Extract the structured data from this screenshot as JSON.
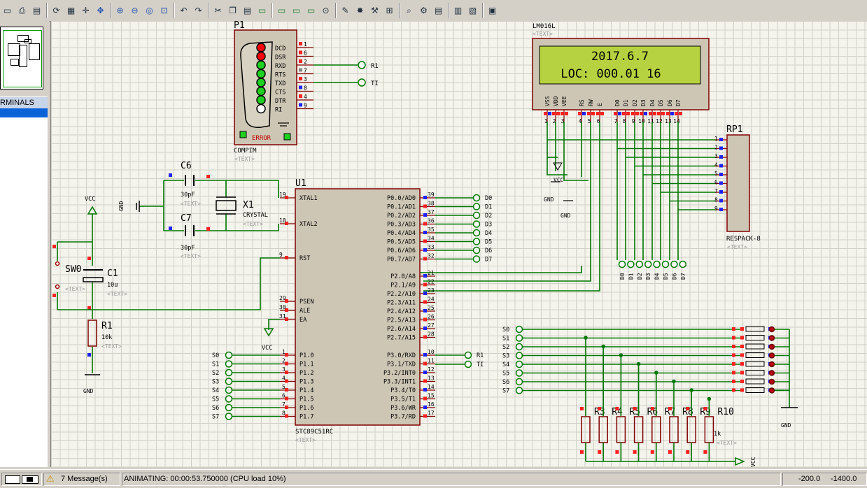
{
  "toolbar": {
    "buttons": [
      "refresh-icon",
      "grid-icon",
      "origin-icon",
      "pan-icon",
      "zoom-in-icon",
      "zoom-out-icon",
      "zoom-all-icon",
      "zoom-area-icon",
      "undo-icon",
      "redo-icon",
      "cut-icon",
      "copy-icon",
      "paste-icon",
      "block-copy-icon",
      "block-move-icon",
      "block-rotate-icon",
      "block-delete-icon",
      "pick-icon",
      "make-device-icon",
      "packaging-icon",
      "decompose-icon",
      "wire-autorouter-icon",
      "search-icon",
      "property-tool-icon",
      "netlist-icon",
      "bom-icon",
      "drc-icon",
      "ares-icon"
    ]
  },
  "sidebar": {
    "terminals_label": "RMINALS"
  },
  "schematic": {
    "p1": {
      "ref": "P1",
      "name": "COMPIM",
      "text": "<TEXT>",
      "error": "ERROR",
      "pins": [
        "DCD",
        "DSR",
        "RXD",
        "RTS",
        "TXD",
        "CTS",
        "DTR",
        "RI"
      ],
      "pin_nums": [
        "1",
        "6",
        "2",
        "7",
        "3",
        "8",
        "4",
        "9"
      ],
      "net_r1": "R1",
      "net_ti": "TI"
    },
    "lcd": {
      "ref": "LM016L",
      "text": "<TEXT>",
      "line1": "2017.6.7",
      "line2": "LOC: 000.01 16",
      "pins": [
        "VSS",
        "VDD",
        "VEE",
        "RS",
        "RW",
        "E",
        "D0",
        "D1",
        "D2",
        "D3",
        "D4",
        "D5",
        "D6",
        "D7"
      ],
      "pin_nums": [
        "1",
        "2",
        "3",
        "4",
        "5",
        "6",
        "7",
        "8",
        "9",
        "10",
        "11",
        "12",
        "13",
        "14"
      ]
    },
    "rp1": {
      "ref": "RP1",
      "name": "RESPACK-8",
      "text": "<TEXT>",
      "pin_nums": [
        "1",
        "2",
        "3",
        "4",
        "5",
        "6",
        "7",
        "8",
        "9"
      ]
    },
    "u1": {
      "ref": "U1",
      "name": "STC89C51RC",
      "text": "<TEXT>",
      "left_pins": [
        {
          "n": "19",
          "l": "XTAL1"
        },
        {
          "n": "18",
          "l": "XTAL2"
        },
        {
          "n": "9",
          "l": "RST"
        },
        {
          "n": "29",
          "l": "PSEN"
        },
        {
          "n": "30",
          "l": "ALE"
        },
        {
          "n": "31",
          "l": "EA"
        }
      ],
      "p1_pins": [
        {
          "n": "1",
          "l": "P1.0"
        },
        {
          "n": "2",
          "l": "P1.1"
        },
        {
          "n": "3",
          "l": "P1.2"
        },
        {
          "n": "4",
          "l": "P1.3"
        },
        {
          "n": "5",
          "l": "P1.4"
        },
        {
          "n": "6",
          "l": "P1.5"
        },
        {
          "n": "7",
          "l": "P1.6"
        },
        {
          "n": "8",
          "l": "P1.7"
        }
      ],
      "p0_pins": [
        {
          "n": "39",
          "l": "P0.0/AD0"
        },
        {
          "n": "38",
          "l": "P0.1/AD1"
        },
        {
          "n": "37",
          "l": "P0.2/AD2"
        },
        {
          "n": "36",
          "l": "P0.3/AD3"
        },
        {
          "n": "35",
          "l": "P0.4/AD4"
        },
        {
          "n": "34",
          "l": "P0.5/AD5"
        },
        {
          "n": "33",
          "l": "P0.6/AD6"
        },
        {
          "n": "32",
          "l": "P0.7/AD7"
        }
      ],
      "p2_pins": [
        {
          "n": "21",
          "l": "P2.0/A8"
        },
        {
          "n": "22",
          "l": "P2.1/A9"
        },
        {
          "n": "23",
          "l": "P2.2/A10"
        },
        {
          "n": "24",
          "l": "P2.3/A11"
        },
        {
          "n": "25",
          "l": "P2.4/A12"
        },
        {
          "n": "26",
          "l": "P2.5/A13"
        },
        {
          "n": "27",
          "l": "P2.6/A14"
        },
        {
          "n": "28",
          "l": "P2.7/A15"
        }
      ],
      "p3_pins": [
        {
          "n": "10",
          "l": "P3.0/RXD"
        },
        {
          "n": "11",
          "l": "P3.1/TXD"
        },
        {
          "n": "12",
          "l": "P3.2/INT0"
        },
        {
          "n": "13",
          "l": "P3.3/INT1"
        },
        {
          "n": "14",
          "l": "P3.4/T0"
        },
        {
          "n": "15",
          "l": "P3.5/T1"
        },
        {
          "n": "16",
          "l": "P3.6/WR"
        },
        {
          "n": "17",
          "l": "P3.7/RD"
        }
      ]
    },
    "d_terms": [
      "D0",
      "D1",
      "D2",
      "D3",
      "D4",
      "D5",
      "D6",
      "D7"
    ],
    "s_terms": [
      "S0",
      "S1",
      "S2",
      "S3",
      "S4",
      "S5",
      "S6",
      "S7"
    ],
    "c6": {
      "ref": "C6",
      "val": "30pF",
      "text": "<TEXT>"
    },
    "c7": {
      "ref": "C7",
      "val": "30pF",
      "text": "<TEXT>"
    },
    "x1": {
      "ref": "X1",
      "name": "CRYSTAL",
      "text": "<TEXT>"
    },
    "c1": {
      "ref": "C1",
      "val": "10u",
      "text": "<TEXT>"
    },
    "r1": {
      "ref": "R1",
      "val": "10k",
      "text": "<TEXT>"
    },
    "sw0": {
      "ref": "SW0",
      "text": "<TEXT>"
    },
    "vcc": "VCC",
    "gnd": "GND",
    "r_bottom": {
      "refs": [
        "R3",
        "R4",
        "R5",
        "R6",
        "R7",
        "R8",
        "R9",
        "R10"
      ],
      "val": "1k",
      "text": "<TEXT>"
    },
    "r1_net": "R1",
    "ti_net": "TI"
  },
  "statusbar": {
    "messages": "7 Message(s)",
    "animating": "ANIMATING: 00:00:53.750000 (CPU load 10%)",
    "coord_x": "-200.0",
    "coord_y": "-1400.0"
  },
  "colors": {
    "wire": "#007800",
    "body": "#cdc6b4",
    "outline": "#800000",
    "lcd_bg": "#b6d240",
    "pin_red": "#ff2020",
    "pin_blue": "#2020ff"
  }
}
